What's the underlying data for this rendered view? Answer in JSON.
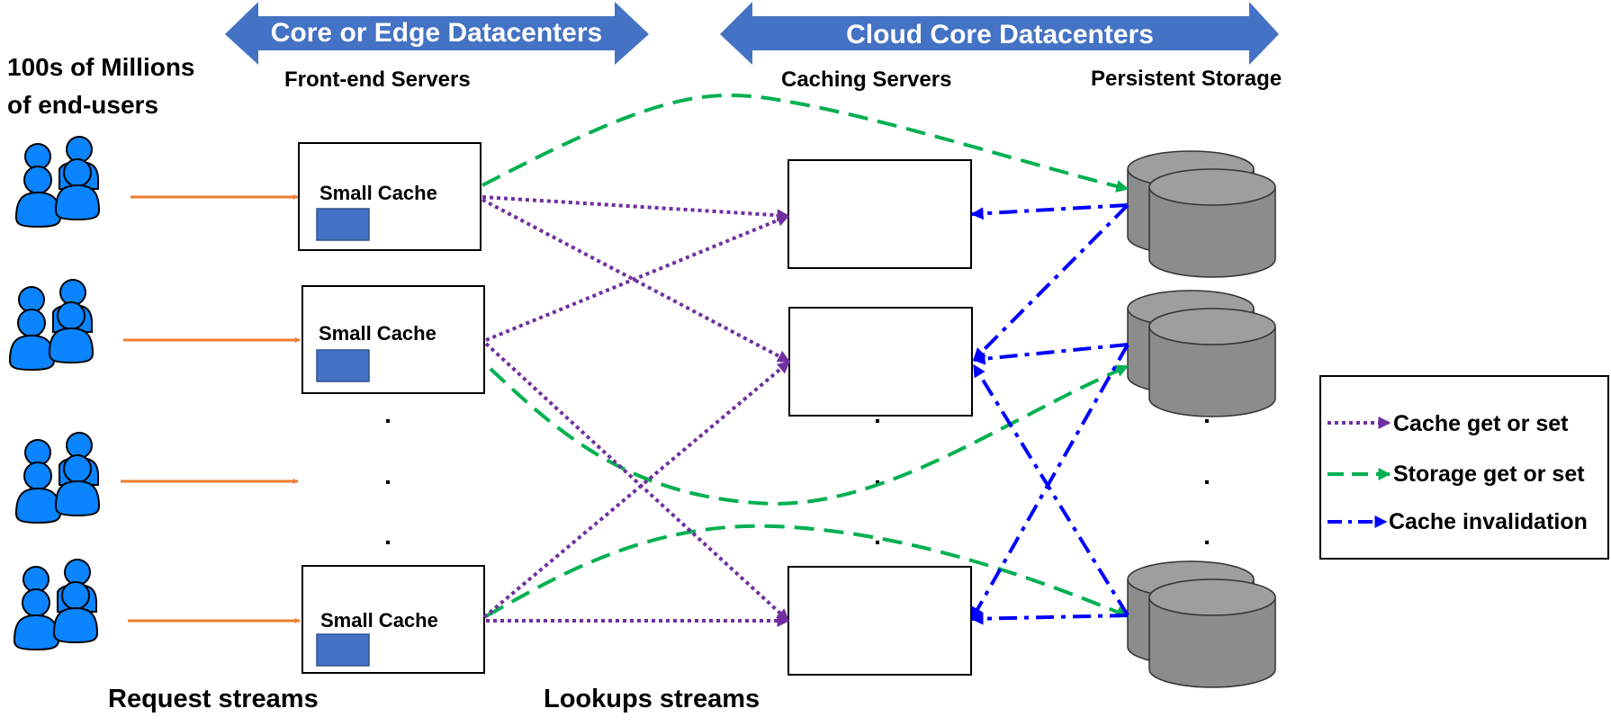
{
  "banners": {
    "edge": "Core or Edge Datacenters",
    "cloud": "Cloud Core Datacenters"
  },
  "labels": {
    "users_line1": "100s  of Millions",
    "users_line2": "of end-users",
    "front_end": "Front-end Servers",
    "caching": "Caching Servers",
    "storage": "Persistent Storage",
    "request_streams": "Request streams",
    "lookup_streams": "Lookups streams"
  },
  "front_end_servers": [
    {
      "label": "Small Cache"
    },
    {
      "label": "Small Cache"
    },
    {
      "label": "Small Cache"
    }
  ],
  "ellipsis": ".",
  "legend": {
    "items": [
      {
        "label": "Cache get or set",
        "style": "dotted",
        "color": "#7030a0"
      },
      {
        "label": "Storage get or set",
        "style": "dashed",
        "color": "#00b050"
      },
      {
        "label": "Cache invalidation",
        "style": "dashdot",
        "color": "#0000ff"
      }
    ]
  },
  "colors": {
    "banner": "#4472c4",
    "user": "#0a84ff",
    "request_arrow": "#ed7d31",
    "cache_block": "#4472c4",
    "cylinder": "#8c8c8c",
    "cache_get_set": "#7030a0",
    "storage_get_set": "#00b050",
    "invalidation": "#0000ff"
  }
}
